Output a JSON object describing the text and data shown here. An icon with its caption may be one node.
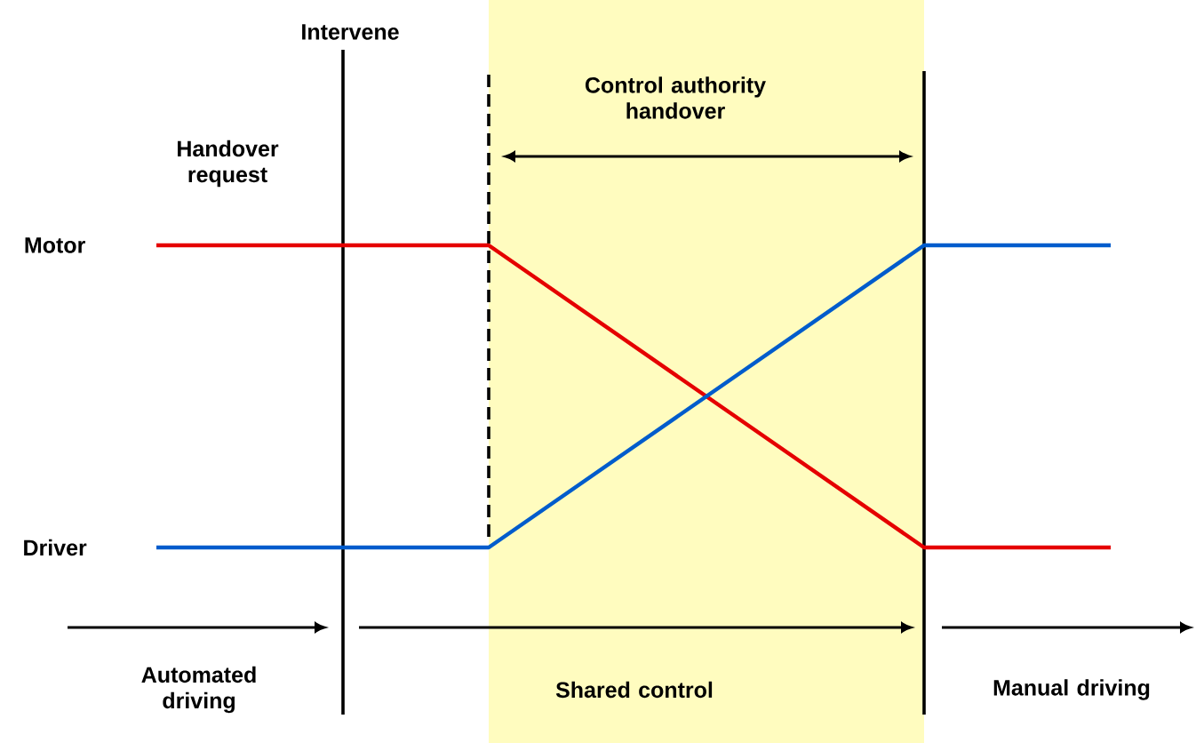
{
  "diagram": {
    "labels": [
      "Intervene",
      "Handover request",
      "Control authority handover",
      "Motor",
      "Driver",
      "Automated driving",
      "Shared control",
      "Manual driving"
    ]
  }
}
